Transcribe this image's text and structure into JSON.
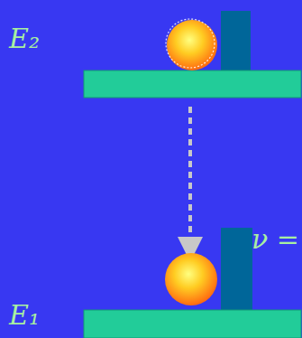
{
  "diagram": {
    "labels": [
      "E₂",
      "E₁",
      "ν ="
    ]
  }
}
